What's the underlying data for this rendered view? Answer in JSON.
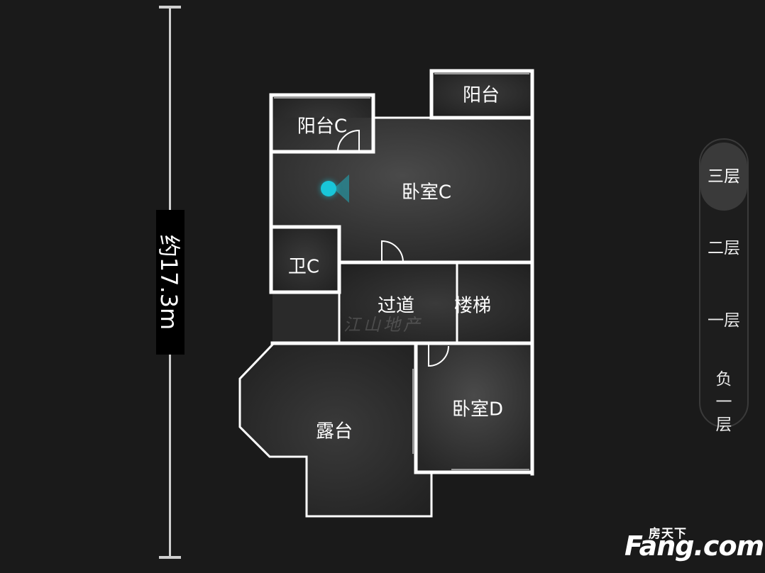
{
  "scale": {
    "label": "约17.3m"
  },
  "rooms": {
    "balcony_c": "阳台C",
    "balcony": "阳台",
    "bedroom_c": "卧室C",
    "bath_c": "卫C",
    "hallway": "过道",
    "stairs": "楼梯",
    "terrace": "露台",
    "bedroom_d": "卧室D"
  },
  "floors": [
    {
      "label": "三层",
      "active": true
    },
    {
      "label": "二层",
      "active": false
    },
    {
      "label": "一层",
      "active": false
    },
    {
      "label": "负一层",
      "active": false
    }
  ],
  "watermark": "江山地产",
  "logo": {
    "sub": "房天下",
    "main": "Fang.com"
  },
  "colors": {
    "background": "#1a1a1a",
    "wall": "#ffffff",
    "marker": "#19c6d9"
  }
}
